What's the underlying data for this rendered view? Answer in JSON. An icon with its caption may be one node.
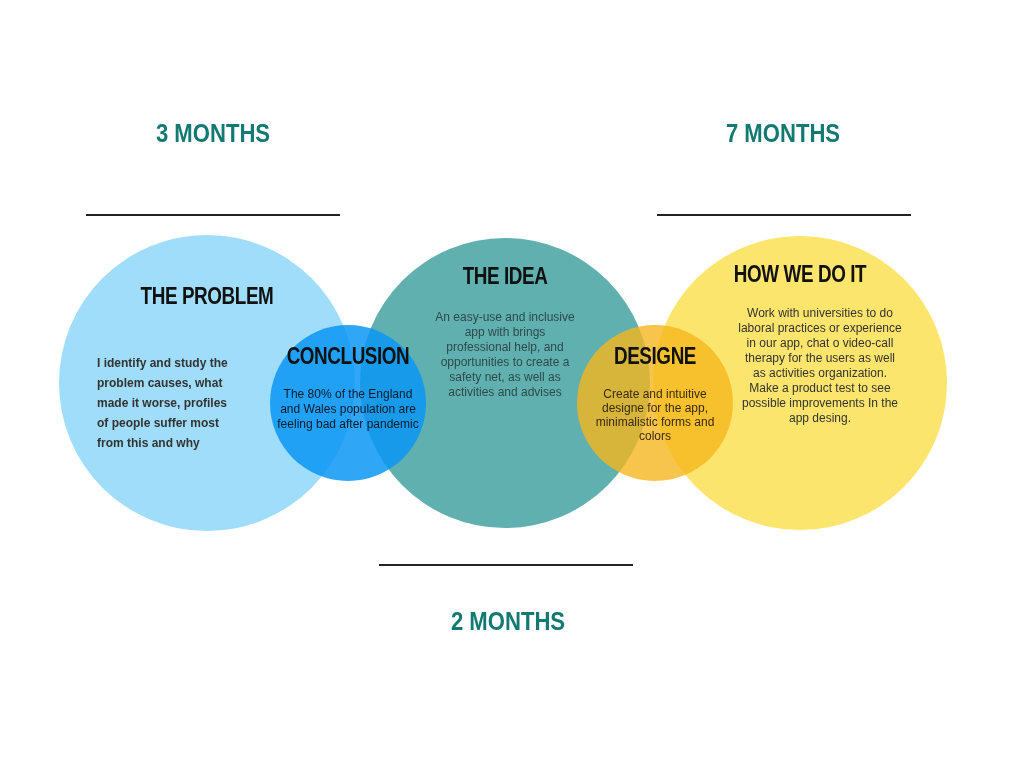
{
  "diagram": {
    "nodes": [
      {
        "text": [
          "THE PROBLEM",
          "I identify and study the problem causes, what made it worse, profiles of people suffer most from this and why"
        ]
      },
      {
        "text": [
          "CONCLUSION",
          "The 80% of the England and Wales population are feeling bad after pandemic"
        ]
      },
      {
        "text": [
          "THE IDEA",
          "An easy-use and inclusive app with brings professional help, and opportunities to create a safety net, as well as activities and advises"
        ]
      },
      {
        "text": [
          "DESIGNE",
          "Create and intuitive designe for the app, minimalistic forms and colors"
        ]
      },
      {
        "text": [
          "HOW WE DO IT",
          "Work with universities to do laboral practices or experience in our app, chat o video-call therapy for the users as well as activities organization. Make a product test to see possible improvements In the app desing."
        ]
      }
    ],
    "labels": [
      "3 MONTHS",
      "7 MONTHS",
      "2 MONTHS"
    ]
  }
}
